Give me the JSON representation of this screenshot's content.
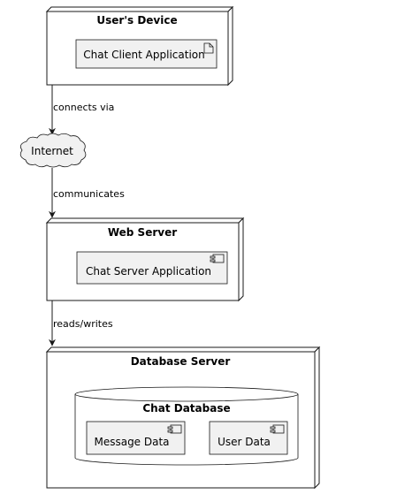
{
  "colors": {
    "node_fill": "#ffffff",
    "box_fill": "#f1f1f1",
    "stroke": "#181818",
    "background": "#ffffff"
  },
  "nodes": {
    "users_device": {
      "title": "User's Device",
      "artifact": "Chat Client Application"
    },
    "internet": {
      "label": "Internet"
    },
    "web_server": {
      "title": "Web Server",
      "component": "Chat Server Application"
    },
    "database_server": {
      "title": "Database Server",
      "database": {
        "title": "Chat Database",
        "components": [
          "Message Data",
          "User Data"
        ]
      }
    }
  },
  "edges": [
    {
      "from": "User's Device",
      "to": "Internet",
      "label": "connects via"
    },
    {
      "from": "Internet",
      "to": "Web Server",
      "label": "communicates"
    },
    {
      "from": "Web Server",
      "to": "Database Server",
      "label": "reads/writes"
    }
  ]
}
